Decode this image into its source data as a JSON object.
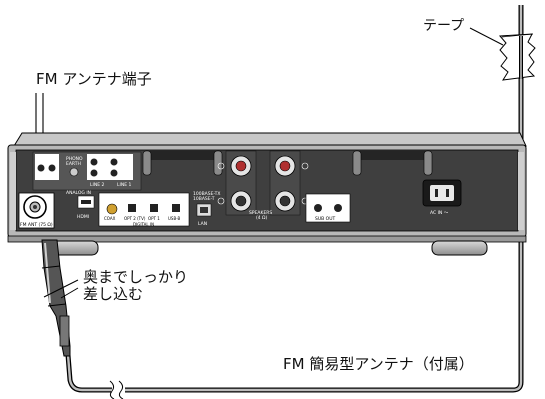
{
  "labels": {
    "fm_terminal": "FM アンテナ端子",
    "tape": "テープ",
    "insert_fully": [
      "奥までしっかり",
      "差し込む"
    ],
    "fm_antenna": "FM 簡易型アンテナ（付属）"
  },
  "panel_text": {
    "analog_in": "ANALOG IN",
    "phono_earth": [
      "PHONO",
      "EARTH"
    ],
    "line1": "LINE 1",
    "line2": "LINE 2",
    "fm_ant": "FM ANT (75 Ω)",
    "hdmi": "HDMI",
    "coax": "COAX",
    "opt2": "OPT 2 (TV)",
    "opt1": "OPT 1",
    "usb_b": "USB-B",
    "digital_in": "DIGITAL IN",
    "lan_speed": [
      "100BASE-TX",
      "10BASE-T"
    ],
    "lan": "LAN",
    "speakers": "SPEAKERS",
    "speakers_imp": "(4 Ω)",
    "sub_out": "SUB OUT",
    "ac_in": "AC IN ～"
  },
  "colors": {
    "panel": "#3f3f3f",
    "chassis": "#b8b8b8",
    "outline": "#000000"
  }
}
